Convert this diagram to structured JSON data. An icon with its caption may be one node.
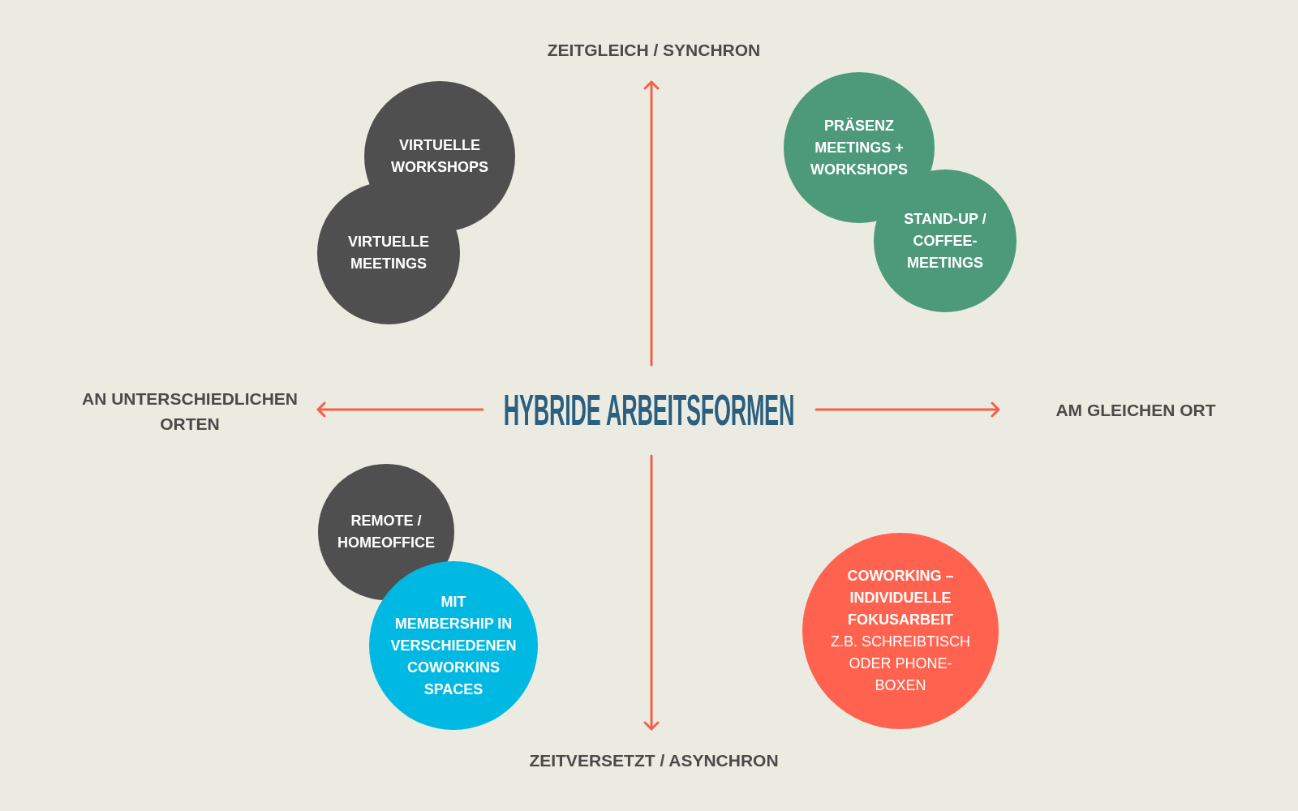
{
  "diagram": {
    "title": "HYBRIDE ARBEITSFORMEN",
    "nodes": [
      {
        "text": [
          "VIRTUELLE WORKSHOPS"
        ]
      },
      {
        "text": [
          "VIRTUELLE MEETINGS"
        ]
      },
      {
        "text": [
          "PRÄSENZ MEETINGS + WORKSHOPS"
        ]
      },
      {
        "text": [
          "STAND-UP / COFFEE-MEETINGS"
        ]
      },
      {
        "text": [
          "REMOTE / HOMEOFFICE"
        ]
      },
      {
        "text": [
          "MIT MEMBERSHIP IN VERSCHIEDENEN COWORKINS SPACES"
        ]
      },
      {
        "text": [
          "COWORKING – INDIVIDUELLE FOKUSARBEIT",
          "Z.B. SCHREIBTISCH ODER PHONE-BOXEN"
        ]
      }
    ],
    "labels": [
      "ZEITGLEICH / SYNCHRON",
      "AN UNTERSCHIEDLICHEN ORTEN",
      "AM GLEICHEN ORT",
      "ZEITVERSETZT / ASYNCHRON"
    ]
  }
}
